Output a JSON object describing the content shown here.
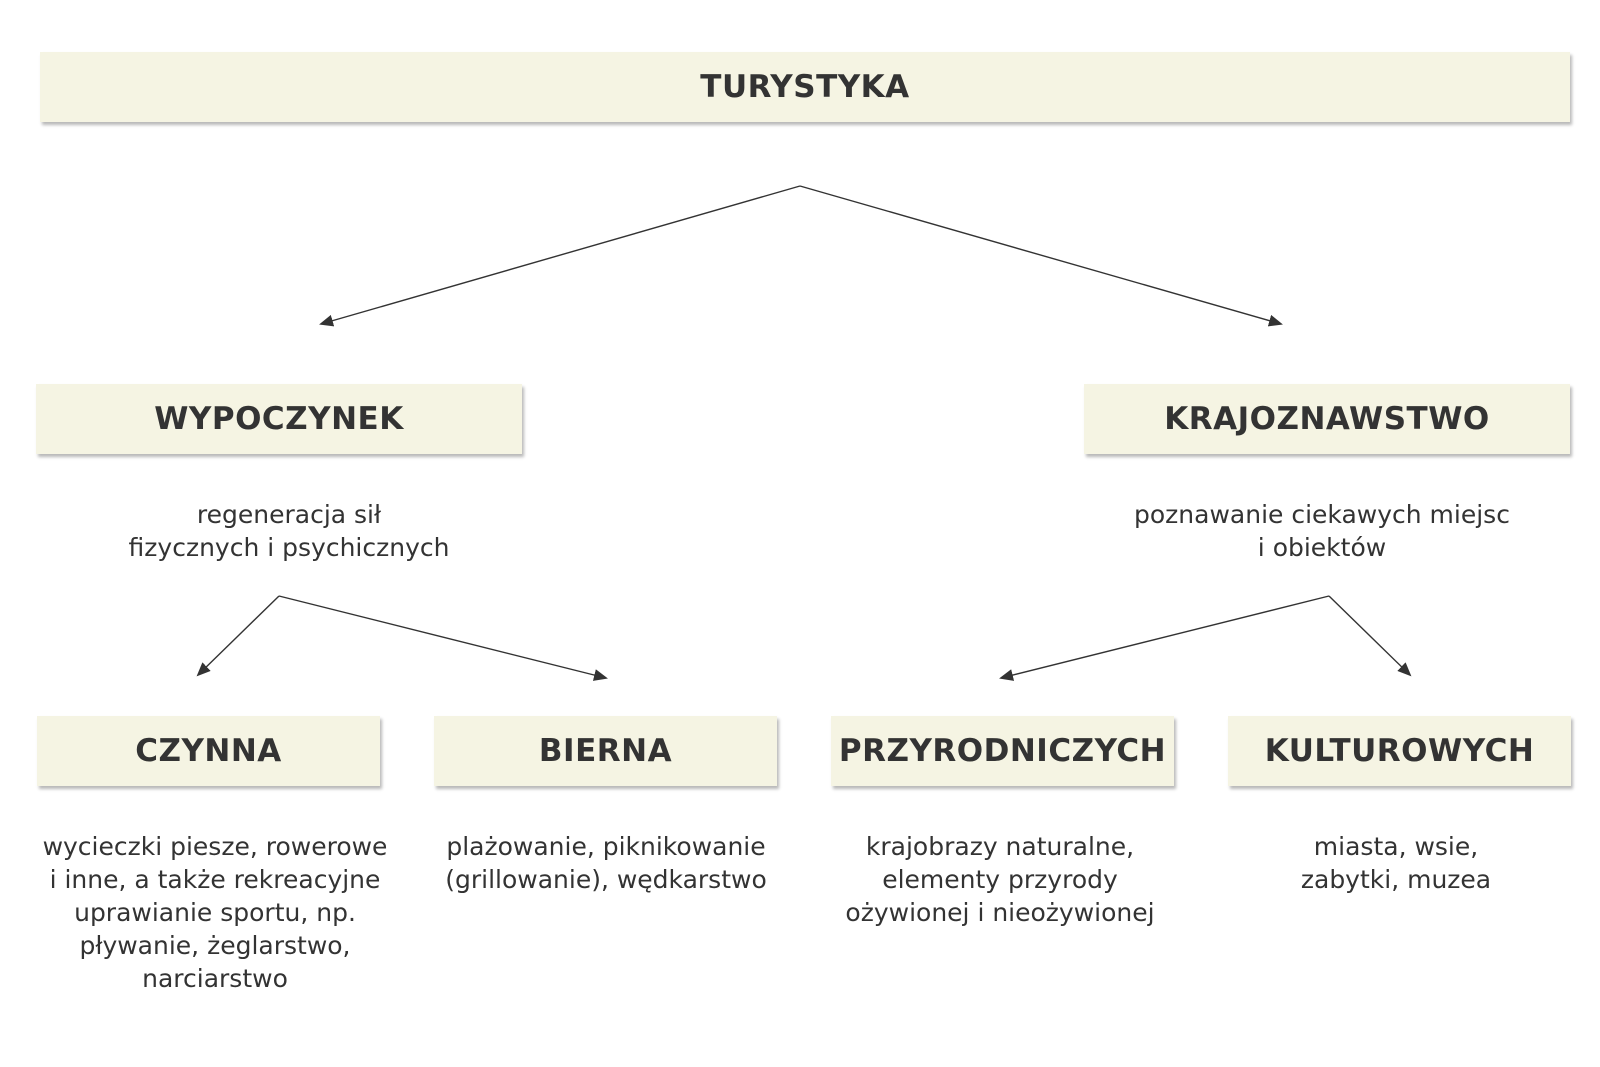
{
  "root": {
    "label": "TURYSTYKA"
  },
  "branches": [
    {
      "label": "WYPOCZYNEK",
      "description": [
        "regeneracja sił",
        "fizycznych i psychicznych"
      ],
      "children": [
        {
          "label": "CZYNNA",
          "description": [
            "wycieczki piesze, rowerowe",
            "i inne, a także rekreacyjne",
            "uprawianie sportu, np.",
            "pływanie, żeglarstwo,",
            "narciarstwo"
          ]
        },
        {
          "label": "BIERNA",
          "description": [
            "plażowanie, piknikowanie",
            "(grillowanie), wędkarstwo"
          ]
        }
      ]
    },
    {
      "label": "KRAJOZNAWSTWO",
      "description": [
        "poznawanie ciekawych miejsc",
        "i obiektów"
      ],
      "children": [
        {
          "label": "PRZYRODNICZYCH",
          "description": [
            "krajobrazy naturalne,",
            "elementy przyrody",
            "ożywionej i nieożywionej"
          ]
        },
        {
          "label": "KULTUROWYCH",
          "description": [
            "miasta, wsie,",
            "zabytki, muzea"
          ]
        }
      ]
    }
  ],
  "colors": {
    "box_fill": "#f5f4e3",
    "text": "#333333",
    "line": "#333333"
  }
}
